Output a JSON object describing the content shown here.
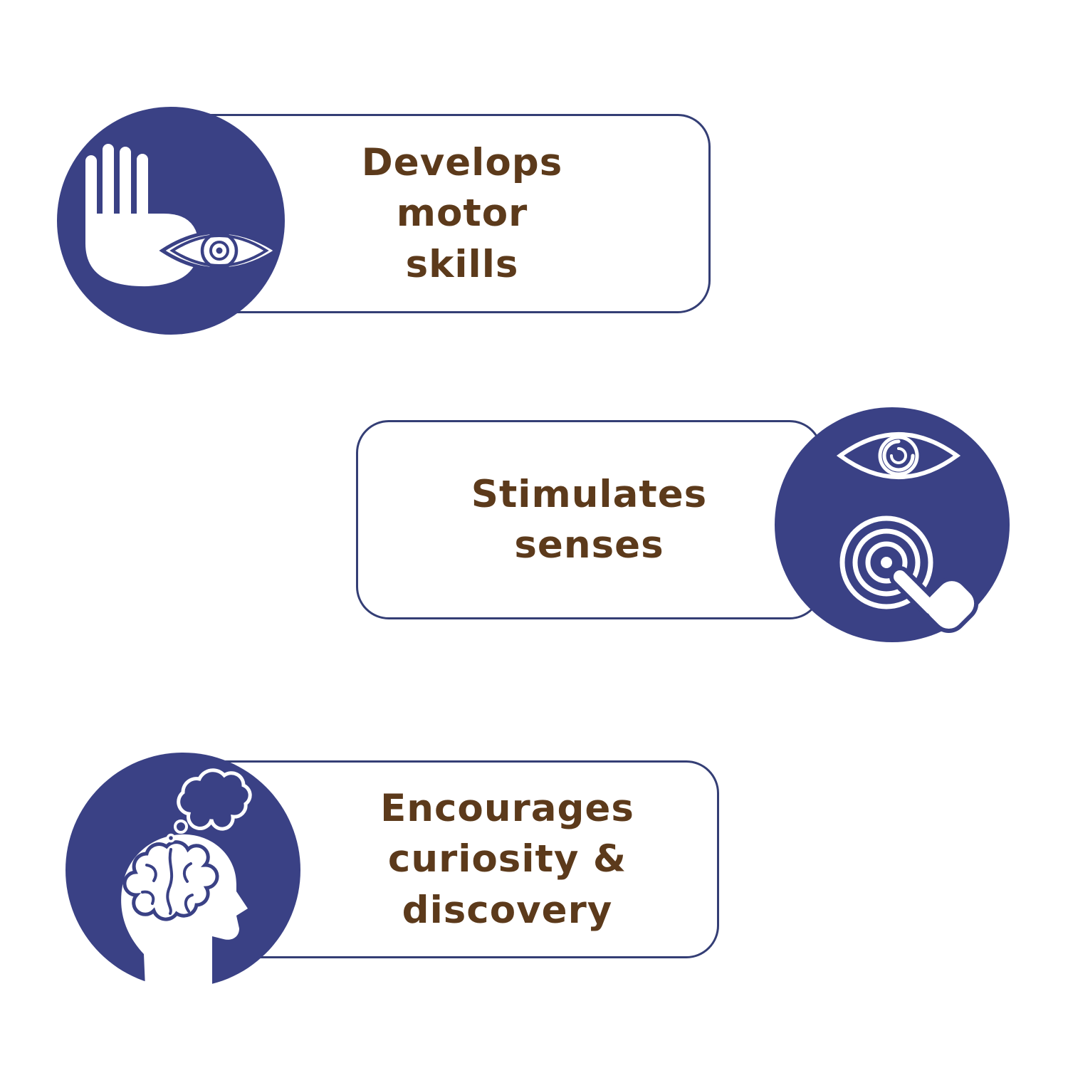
{
  "palette": {
    "circle_blue": "#3a4185",
    "outline_blue": "#343e75",
    "text_brown": "#5c3a1b",
    "background": "#ffffff",
    "icon_white": "#ffffff"
  },
  "items": [
    {
      "id": "motor-skills",
      "icon": "hand-and-eye-icon",
      "lines": [
        "Develops",
        "motor",
        "skills"
      ]
    },
    {
      "id": "stimulates-senses",
      "icon": "eye-and-touch-icon",
      "lines": [
        "Stimulates",
        "senses"
      ]
    },
    {
      "id": "curiosity-discovery",
      "icon": "head-thought-bubble-icon",
      "lines": [
        "Encourages",
        "curiosity &",
        "discovery"
      ]
    }
  ]
}
